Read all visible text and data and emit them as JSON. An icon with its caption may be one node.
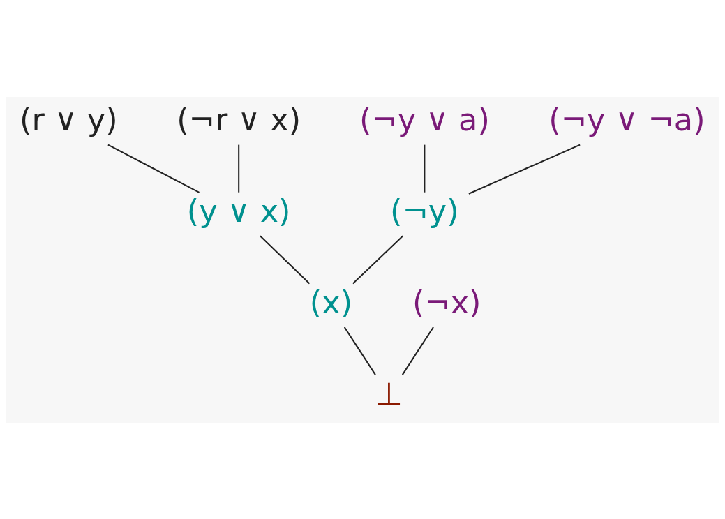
{
  "diagram": {
    "nodes": [
      {
        "text": [
          "(r ∨ y)"
        ]
      },
      {
        "text": [
          "(¬r ∨ x)"
        ]
      },
      {
        "text": [
          "(y ∨ x)"
        ]
      },
      {
        "text": [
          "(¬y ∨ a)"
        ]
      },
      {
        "text": [
          "(¬y ∨ ¬a)"
        ]
      },
      {
        "text": [
          "(¬x)"
        ]
      },
      {
        "text": [
          "(¬y)"
        ]
      },
      {
        "text": [
          "(x)"
        ]
      },
      {
        "text": [
          "⊥"
        ]
      }
    ],
    "edges": [
      {
        "from": 0,
        "to": 2,
        "arrow": "none"
      },
      {
        "from": 1,
        "to": 2,
        "arrow": "none"
      },
      {
        "from": 3,
        "to": 6,
        "arrow": "none"
      },
      {
        "from": 4,
        "to": 6,
        "arrow": "none"
      },
      {
        "from": 2,
        "to": 7,
        "arrow": "none"
      },
      {
        "from": 6,
        "to": 7,
        "arrow": "none"
      },
      {
        "from": 5,
        "to": 8,
        "arrow": "none"
      },
      {
        "from": 7,
        "to": 8,
        "arrow": "none"
      }
    ]
  }
}
